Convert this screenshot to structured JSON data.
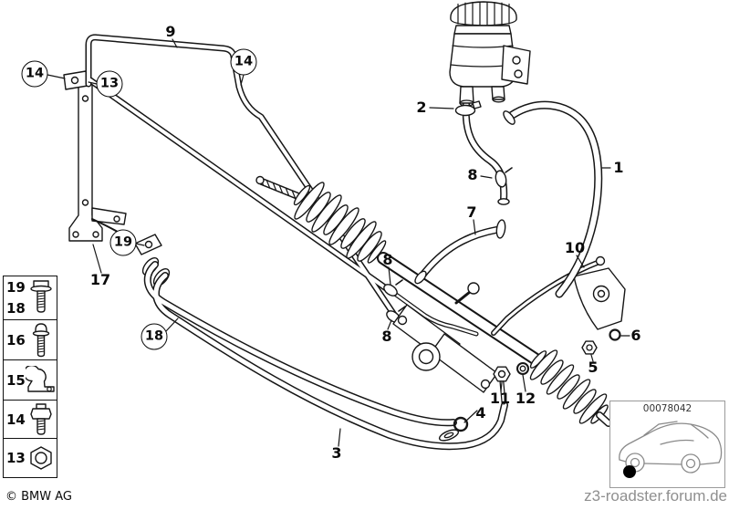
{
  "figure": {
    "copyright": "© BMW AG",
    "watermark": "z3-roadster.forum.de",
    "part_code": "00078042"
  },
  "callouts": [
    {
      "label": "14",
      "style": "circled"
    },
    {
      "label": "13",
      "style": "circled"
    },
    {
      "label": "9",
      "style": "plain"
    },
    {
      "label": "14",
      "style": "circled"
    },
    {
      "label": "2",
      "style": "plain"
    },
    {
      "label": "1",
      "style": "plain"
    },
    {
      "label": "8",
      "style": "plain"
    },
    {
      "label": "7",
      "style": "plain"
    },
    {
      "label": "10",
      "style": "plain"
    },
    {
      "label": "19",
      "style": "circled"
    },
    {
      "label": "17",
      "style": "plain"
    },
    {
      "label": "8",
      "style": "plain"
    },
    {
      "label": "8",
      "style": "plain"
    },
    {
      "label": "18",
      "style": "circled"
    },
    {
      "label": "6",
      "style": "plain"
    },
    {
      "label": "5",
      "style": "plain"
    },
    {
      "label": "11",
      "style": "plain"
    },
    {
      "label": "12",
      "style": "plain"
    },
    {
      "label": "4",
      "style": "plain"
    },
    {
      "label": "3",
      "style": "plain"
    }
  ],
  "legend": {
    "boxes": [
      {
        "labels": [
          "19",
          "18"
        ],
        "icon": "flange-bolt-icon"
      },
      {
        "labels": [
          "16"
        ],
        "icon": "socket-bolt-icon"
      },
      {
        "labels": [
          "15"
        ],
        "icon": "pipe-clamp-icon"
      },
      {
        "labels": [
          "14"
        ],
        "icon": "sensor-switch-icon"
      },
      {
        "labels": [
          "13"
        ],
        "icon": "hex-nut-icon"
      }
    ]
  },
  "colors": {
    "line": "#161616",
    "watermark_gray": "#8f8f8f",
    "sketch_gray": "#8a8a8a"
  }
}
